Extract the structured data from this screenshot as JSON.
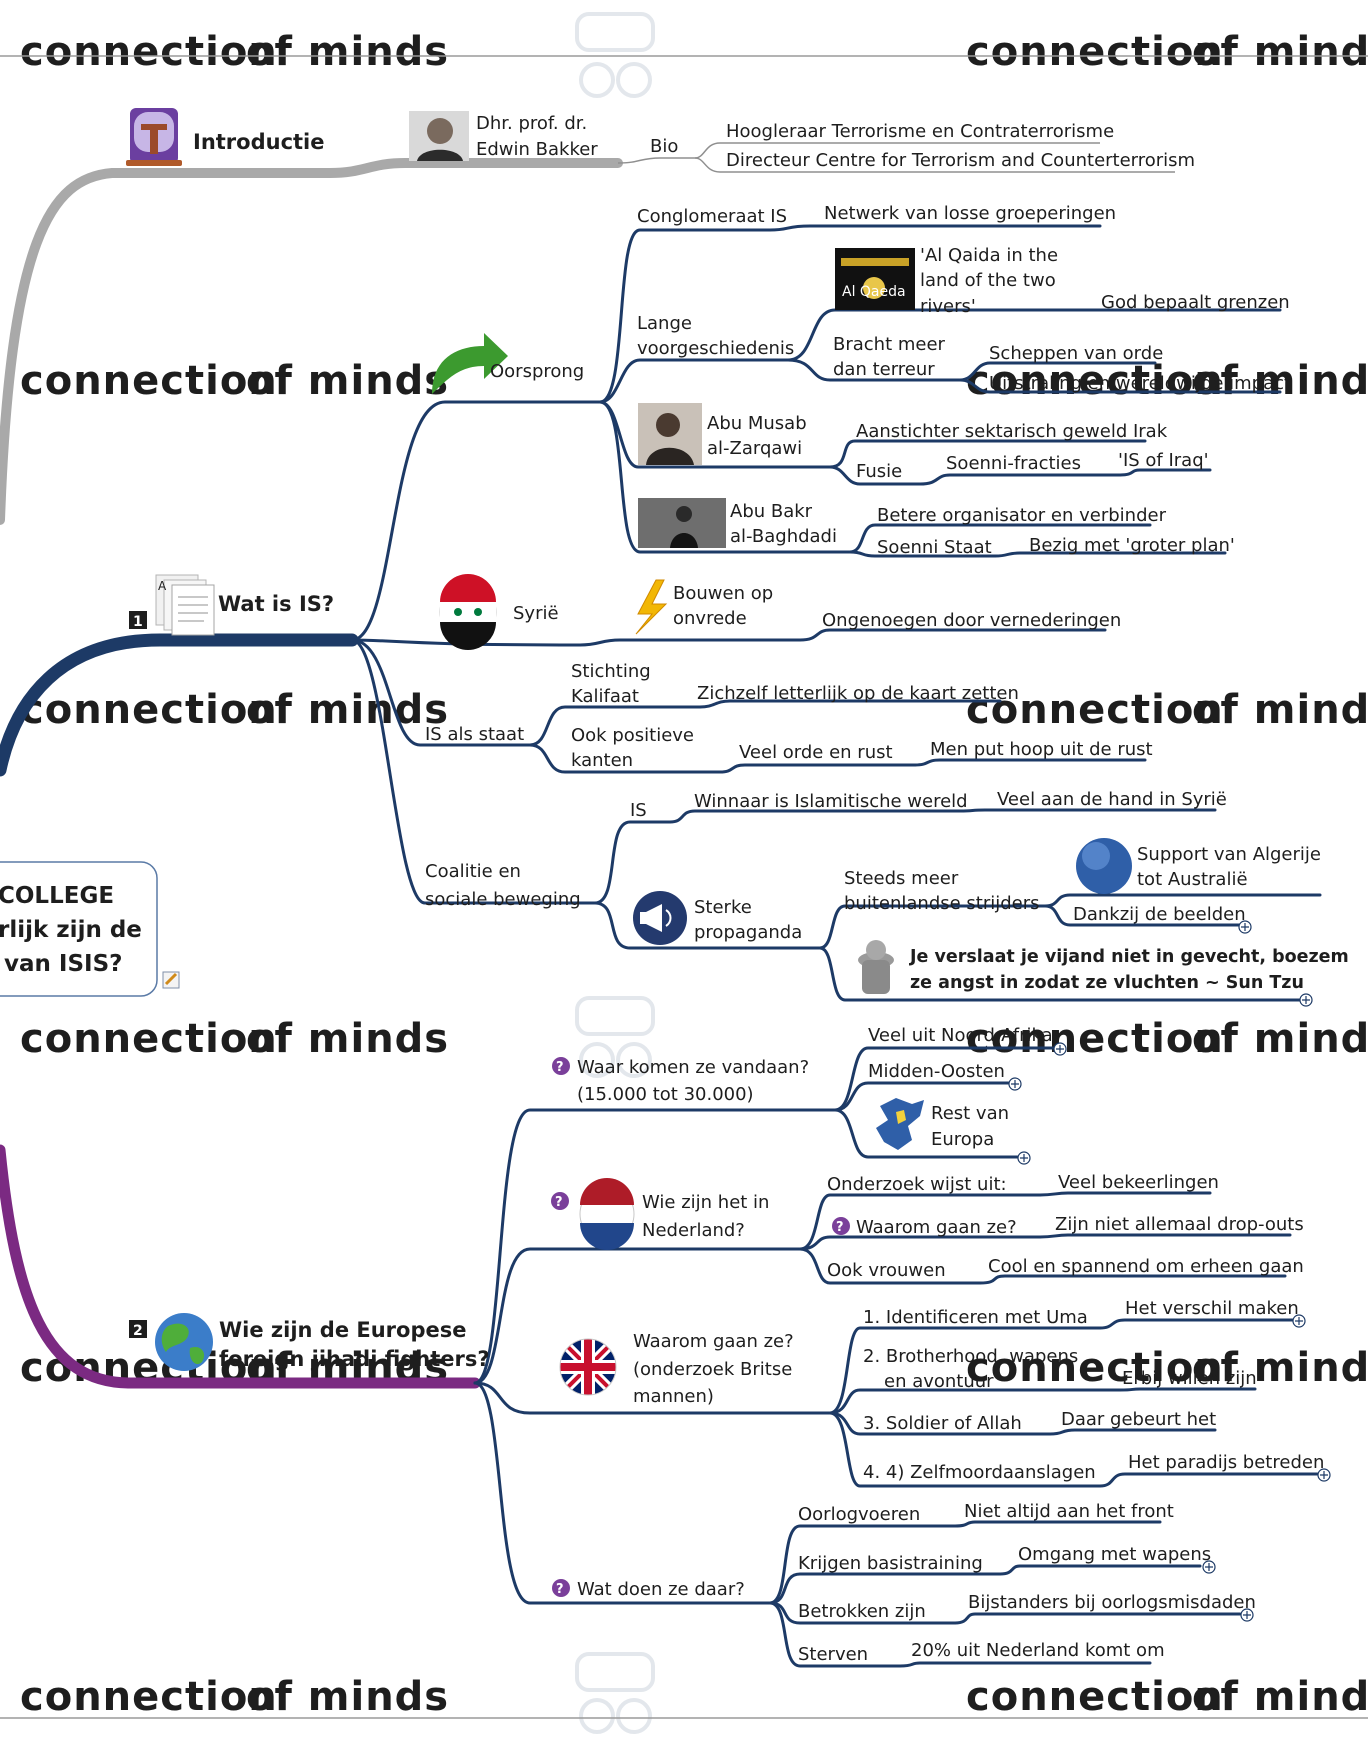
{
  "watermark": {
    "part1": "connection",
    "part2": "of minds"
  },
  "central": {
    "lines": [
      "COLLEGE",
      "rlijk zijn de",
      "van ISIS?"
    ]
  },
  "colors": {
    "grey_branch": "#a9a9a9",
    "navy_branch": "#1d3a66",
    "purple_branch": "#7b2a82",
    "accent_blue": "#2f5fa8",
    "question_badge": "#7a3f9a"
  },
  "nodes": {
    "intro": "Introductie",
    "speaker": [
      "Dhr. prof. dr.",
      "Edwin Bakker"
    ],
    "bio": "Bio",
    "bio_1": "Hoogleraar Terrorisme en Contraterrorisme",
    "bio_2": "Directeur Centre for Terrorism and Counterterrorism",
    "what_is": "Wat is IS?",
    "badge_1": "1",
    "origin": "Oorsprong",
    "conglomeraat": "Conglomeraat IS",
    "netwerk": "Netwerk van losse groeperingen",
    "aq_logo": "Al Qaeda",
    "aq_text": [
      "'Al Qaida in the",
      "land of the two",
      "rivers'"
    ],
    "god": "God bepaalt grenzen",
    "lange": [
      "Lange",
      "voorgeschiedenis"
    ],
    "bracht": [
      "Bracht meer",
      "dan terreur"
    ],
    "scheppen": "Scheppen van orde",
    "uitstraling": "Uitstraling en wereldwijde impact",
    "zarqawi": [
      "Abu Musab",
      "al-Zarqawi"
    ],
    "aanstichter": "Aanstichter sektarisch geweld Irak",
    "fusie": "Fusie",
    "soenni_fracties": "Soenni-fracties",
    "is_of_iraq": "'IS of Iraq'",
    "baghdadi": [
      "Abu Bakr",
      "al-Baghdadi"
    ],
    "betere": "Betere organisator en verbinder",
    "soenni_staat": "Soenni Staat",
    "groter_plan": "Bezig met 'groter plan'",
    "syrie": "Syrië",
    "bouwen": [
      "Bouwen op",
      "onvrede"
    ],
    "ongenoegen": "Ongenoegen door vernederingen",
    "is_als_staat": "IS als staat",
    "stichting": [
      "Stichting",
      "Kalifaat"
    ],
    "zichzelf": "Zichzelf letterlijk op de kaart zetten",
    "ook_positieve": [
      "Ook positieve",
      "kanten"
    ],
    "veel_orde": "Veel orde en rust",
    "hoop": "Men put hoop uit de rust",
    "coalitie": [
      "Coalitie en",
      "sociale beweging"
    ],
    "is_short": "IS",
    "winnaar": "Winnaar is Islamitische wereld",
    "veel_aan_hand": "Veel aan de hand in Syrië",
    "sterke": [
      "Sterke",
      "propaganda"
    ],
    "steeds": [
      "Steeds meer",
      "buitenlandse strijders"
    ],
    "support": [
      "Support van Algerije",
      "tot Australië"
    ],
    "dankzij": "Dankzij de beelden",
    "quote": [
      "Je verslaat je vijand niet in gevecht, boezem",
      "ze angst in zodat ze vluchten ~ Sun Tzu"
    ],
    "fighters": [
      "Wie zijn de Europese",
      "foreign jihadi fighters?"
    ],
    "badge_2": "2",
    "waar_komen": [
      "Waar komen ze vandaan?",
      "(15.000 tot 30.000)"
    ],
    "noord_afrika": "Veel uit Noord-Afrika",
    "midden_oosten": "Midden-Oosten",
    "rest_europa": [
      "Rest van",
      "Europa"
    ],
    "wie_nl": [
      "Wie zijn het in",
      "Nederland?"
    ],
    "onderzoek": "Onderzoek wijst uit:",
    "bekeerlingen": "Veel bekeerlingen",
    "waarom_gaan": "Waarom gaan ze?",
    "drop_outs": "Zijn niet allemaal drop-outs",
    "ook_vrouwen": "Ook vrouwen",
    "cool": "Cool en spannend om erheen gaan",
    "waarom_brits": [
      "Waarom gaan ze?",
      "(onderzoek Britse",
      "mannen)"
    ],
    "r1": "1. Identificeren met Uma",
    "r1b": "Het verschil maken",
    "r2": [
      "2. Brotherhood, wapens",
      "en avontuur"
    ],
    "r2b": "Erbij willen zijn",
    "r3": "3. Soldier of Allah",
    "r3b": "Daar gebeurt het",
    "r4": "4. 4) Zelfmoordaanslagen",
    "r4b": "Het paradijs betreden",
    "wat_doen": "Wat doen ze daar?",
    "oorlog": "Oorlogvoeren",
    "niet_altijd": "Niet altijd aan het front",
    "basis": "Krijgen basistraining",
    "omgang": "Omgang met wapens",
    "betrokken": "Betrokken zijn",
    "bijstanders": "Bijstanders bij oorlogsmisdaden",
    "sterven": "Sterven",
    "twintig": "20% uit Nederland komt om"
  }
}
